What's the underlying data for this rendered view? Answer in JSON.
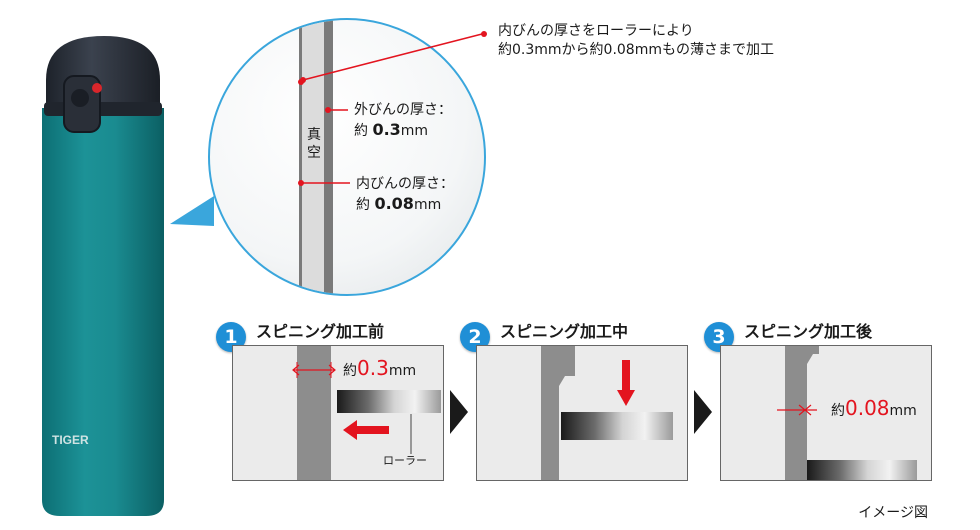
{
  "bottle": {
    "brand": "TIGER",
    "body_color": "#1b8c91",
    "cap_color": "#2e3440"
  },
  "magnifier": {
    "vacuum_label": "真空",
    "callout_top_line1": "内びんの厚さをローラーにより",
    "callout_top_line2": "約0.3mmから約0.08mmもの薄さまで加工",
    "outer_label": "外びんの厚さ：",
    "outer_prefix": "約 ",
    "outer_value": "0.3",
    "outer_unit": "mm",
    "inner_label": "内びんの厚さ：",
    "inner_prefix": "約 ",
    "inner_value": "0.08",
    "inner_unit": "mm"
  },
  "steps": [
    {
      "number": "1",
      "title": "スピニング加工前",
      "measure_prefix": "約",
      "measure_value": "0.3",
      "measure_unit": "mm",
      "roller_label": "ローラー"
    },
    {
      "number": "2",
      "title": "スピニング加工中"
    },
    {
      "number": "3",
      "title": "スピニング加工後",
      "measure_prefix": "約",
      "measure_value": "0.08",
      "measure_unit": "mm"
    }
  ],
  "image_note": "イメージ図",
  "colors": {
    "accent_blue": "#1f8fd6",
    "accent_red": "#e3141f"
  }
}
